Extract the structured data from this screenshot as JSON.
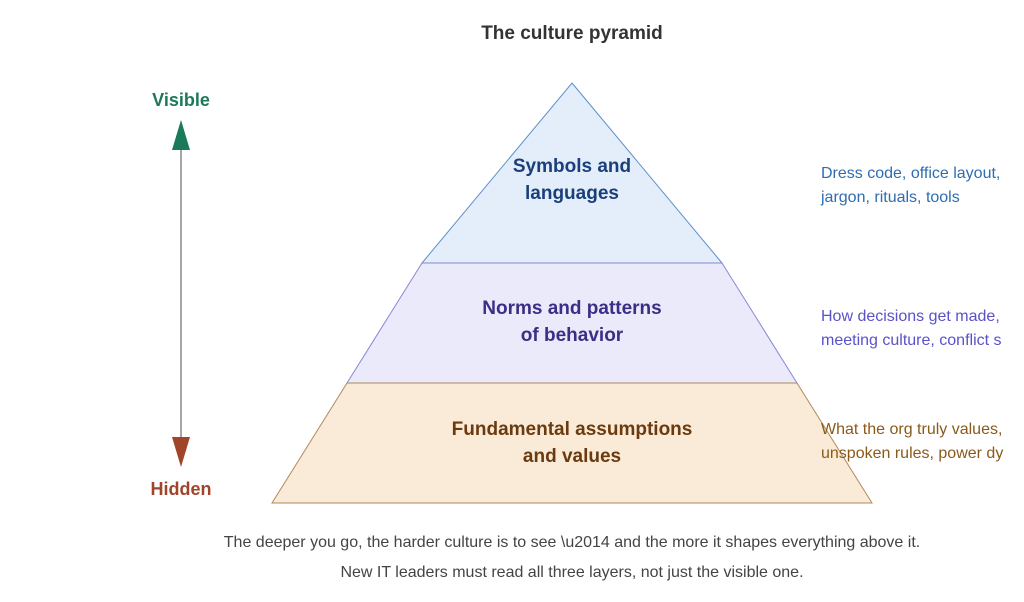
{
  "title": "The culture pyramid",
  "axis": {
    "top_label": "Visible",
    "bottom_label": "Hidden",
    "top_color": "#1a7a5a",
    "bottom_color": "#a0452a",
    "line_color": "#888888",
    "top_icon": "arrow-up-icon",
    "bottom_icon": "arrow-down-icon"
  },
  "layers": [
    {
      "name": "symbols",
      "label_line1": "Symbols and",
      "label_line2": "languages",
      "note_line1": "Dress code, office layout,",
      "note_line2": "jargon, rituals, tools",
      "fill": "#e3eefa",
      "stroke": "#5b8fcc",
      "text_color": "#1a3f7a",
      "note_color": "#2e6db0"
    },
    {
      "name": "norms",
      "label_line1": "Norms and patterns",
      "label_line2": "of behavior",
      "note_line1": "How decisions get made,",
      "note_line2": "meeting culture, conflict s",
      "fill": "#ebeafb",
      "stroke": "#8a86d8",
      "text_color": "#3a2e85",
      "note_color": "#5a52c8"
    },
    {
      "name": "assumptions",
      "label_line1": "Fundamental assumptions",
      "label_line2": "and values",
      "note_line1": "What the org truly values,",
      "note_line2": "unspoken rules, power dy",
      "fill": "#faebd8",
      "stroke": "#b08a5a",
      "text_color": "#6b3a0e",
      "note_color": "#8a5a1a"
    }
  ],
  "caption": {
    "line1": "The deeper you go, the harder culture is to see \\u2014 and the more it shapes everything above it.",
    "line2": "New IT leaders must read all three layers, not just the visible one."
  }
}
